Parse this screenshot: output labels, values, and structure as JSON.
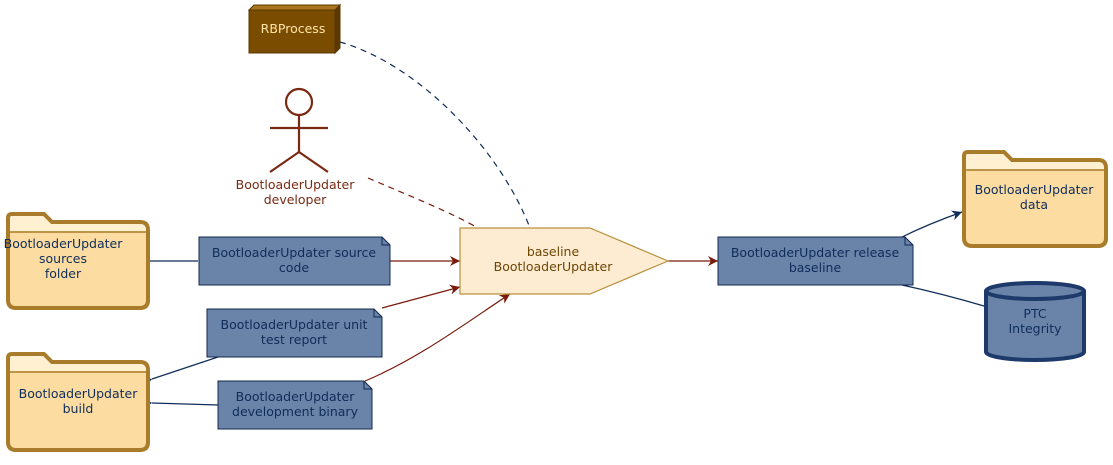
{
  "colors": {
    "folder_fill": "#fcdca0",
    "folder_tab": "#fff0d2",
    "folder_stroke": "#a87c2a",
    "artifact_fill": "#6a83a8",
    "artifact_stroke": "#13284f",
    "navy_text": "#0f2d5a",
    "process_fill": "#feecd2",
    "process_stroke": "#b9913d",
    "process_text": "#6e4606",
    "actor_color": "#7a2a12",
    "rbprocess_fill": "#7a4c00",
    "rbprocess_text": "#ffe4a8",
    "cylinder_fill": "#6a83a8",
    "cylinder_stroke": "#1e3a6a",
    "edge_red": "#7a1a0a",
    "edge_navy": "#0f2d5a"
  },
  "nodes": {
    "rbprocess": {
      "label": "RBProcess",
      "icon": "3d-box-icon"
    },
    "actor": {
      "lines": [
        "BootloaderUpdater",
        "developer"
      ],
      "icon": "stick-figure-icon"
    },
    "process": {
      "lines": [
        "baseline",
        "BootloaderUpdater"
      ]
    },
    "sources_folder": {
      "lines": [
        "BootloaderUpdater",
        "sources",
        "folder"
      ],
      "icon": "folder-icon"
    },
    "build_folder": {
      "lines": [
        "BootloaderUpdater",
        "build"
      ],
      "icon": "folder-icon"
    },
    "data_folder": {
      "lines": [
        "BootloaderUpdater",
        "data"
      ],
      "icon": "folder-icon"
    },
    "source_code": {
      "lines": [
        "BootloaderUpdater source",
        "code"
      ],
      "icon": "document-icon"
    },
    "unit_test_report": {
      "lines": [
        "BootloaderUpdater unit",
        "test report"
      ],
      "icon": "document-icon"
    },
    "dev_binary": {
      "lines": [
        "BootloaderUpdater",
        "development binary"
      ],
      "icon": "document-icon"
    },
    "release_baseline": {
      "lines": [
        "BootloaderUpdater release",
        "baseline"
      ],
      "icon": "document-icon"
    },
    "ptc_integrity": {
      "lines": [
        "PTC",
        "Integrity"
      ],
      "icon": "database-cylinder-icon"
    }
  }
}
